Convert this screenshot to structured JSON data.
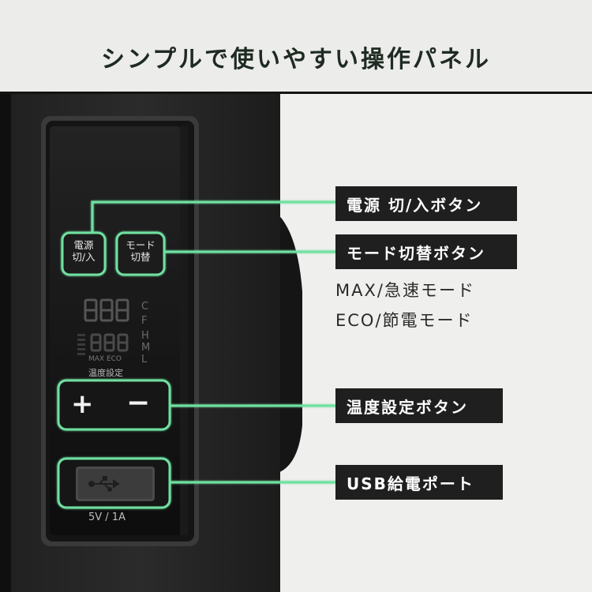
{
  "header": {
    "title": "シンプルで使いやすい操作パネル"
  },
  "panel": {
    "power_button": "電源\n切/入",
    "mode_button": "モード\n切替",
    "temp_digits": "888",
    "sub_digits": "888.",
    "units": [
      "C",
      "F",
      "H",
      "M",
      "L"
    ],
    "mode_marks": "MAX  ECO",
    "temp_label": "温度設定",
    "plus": "+",
    "minus": "−",
    "usb_rating": "5V / 1A"
  },
  "callouts": {
    "power": "電源 切/入ボタン",
    "mode": "モード切替ボタン",
    "mode_max": "MAX/急速モード",
    "mode_eco": "ECO/節電モード",
    "temp": "温度設定ボタン",
    "usb": "USB給電ポート"
  },
  "colors": {
    "accent": "#6fe0a0",
    "label_bg": "#1f1f1f",
    "header_text": "#1e2a22"
  }
}
